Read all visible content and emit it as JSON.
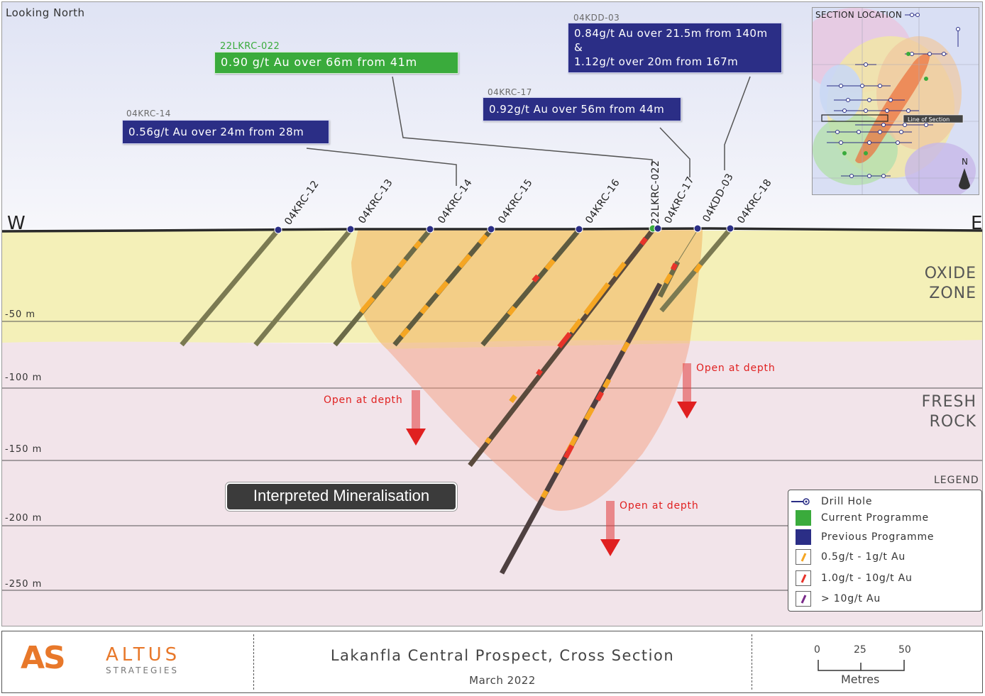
{
  "view_label": "Looking North",
  "direction": {
    "west": "W",
    "east": "E"
  },
  "zones": {
    "oxide": [
      "OXIDE",
      "ZONE"
    ],
    "fresh": [
      "FRESH",
      "ROCK"
    ]
  },
  "depth_labels": [
    "-50 m",
    "-100 m",
    "-150 m",
    "-200 m",
    "-250 m"
  ],
  "drill_holes": [
    "04KRC-12",
    "04KRC-13",
    "04KRC-14",
    "04KRC-15",
    "04KRC-16",
    "22LKRC-022",
    "04KRC-17",
    "04KDD-03",
    "04KRC-18"
  ],
  "callouts": {
    "krc14": {
      "hole": "04KRC-14",
      "text": "0.56g/t Au over 24m from 28m"
    },
    "lkrc022": {
      "hole": "22LKRC-022",
      "text": "0.90 g/t Au over 66m from 41m"
    },
    "krc17": {
      "hole": "04KRC-17",
      "text": "0.92g/t Au over 56m from 44m"
    },
    "kdd03": {
      "hole": "04KDD-03",
      "line1": "0.84g/t Au over 21.5m from 140m",
      "amp": "&",
      "line2": "1.12g/t over 20m from 167m"
    }
  },
  "open_at_depth": "Open at depth",
  "interpreted": "Interpreted Mineralisation",
  "inset": {
    "title": "SECTION LOCATION",
    "line_label": "Line of Section",
    "north": "N"
  },
  "legend": {
    "title": "LEGEND",
    "items": [
      "Drill Hole",
      "Current Programme",
      "Previous Programme",
      "0.5g/t - 1g/t Au",
      "1.0g/t - 10g/t Au",
      "> 10g/t Au"
    ]
  },
  "footer": {
    "logo_letters": "AS",
    "logo_word1": "ALTUS",
    "logo_word2": "STRATEGIES",
    "title": "Lakanfla Central Prospect, Cross Section",
    "date": "March 2022",
    "scale_ticks": [
      "0",
      "25",
      "50"
    ],
    "scale_unit": "Metres"
  },
  "colors": {
    "current": "#3aab3c",
    "previous": "#2b2e86",
    "grade_low": "#f5a623",
    "grade_mid": "#e8332a",
    "grade_high": "#7a2a8a",
    "oxide": "#f4f0b5",
    "fresh": "#f2e4ea",
    "brand": "#e8782a"
  }
}
